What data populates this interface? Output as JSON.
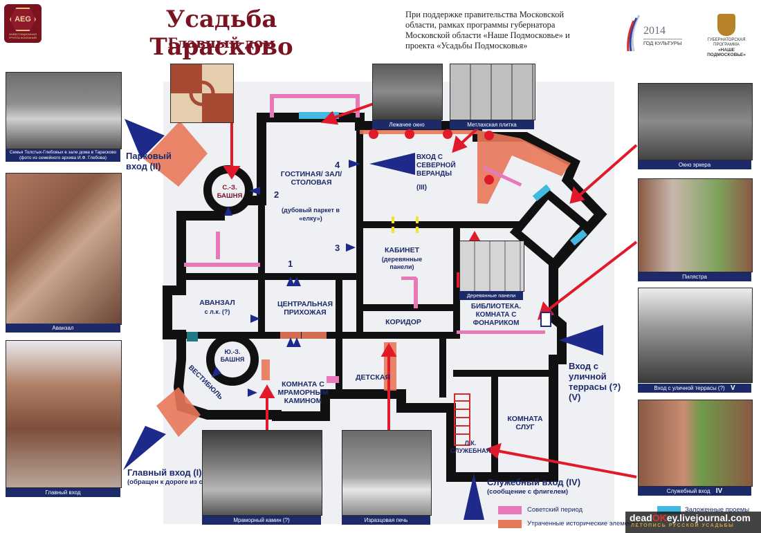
{
  "header": {
    "logo_text": "AEG",
    "logo_sub": "ИНВЕСТИЦИОННАЯ ГРУППА КОМПАНИЙ",
    "title": "Усадьба Тарасково",
    "subtitle": "Главный дом",
    "support": "При поддержке правительства Московской области, рамках программы губернатора Московской области «Наше Подмосковье» и проекта «Усадьбы Подмосковья»",
    "year_logo_year": "2014",
    "year_logo_caption": "ГОД КУЛЬТУРЫ",
    "gov_program_line1": "ГУБЕРНАТОРСКАЯ ПРОГРАММА",
    "gov_program_line2": "«НАШЕ ПОДМОСКОВЬЕ»"
  },
  "photos": {
    "family": "Семья Толстых-Глебовых в зале дома в Тарасково",
    "family_sub": "(фото из семейного архива И.Ф. Глебова)",
    "avanzal": "Аванзал",
    "main_entrance": "Главный вход",
    "marble": "Мраморный камин (?)",
    "stove": "Изразцовая печь",
    "window": "Лежачее окно",
    "tile": "Метлахская плитка",
    "panels": "Деревянные панели",
    "bay": "Окно эркера",
    "pilaster": "Пилястра",
    "street_terrace": "Вход с уличной террасы (?)",
    "street_terrace_num": "V",
    "service": "Служебный вход",
    "service_num": "IV"
  },
  "rooms": {
    "nw_tower": "С.-З. БАШНЯ",
    "guest": "ГОСТИНАЯ/ ЗАЛ/ СТОЛОВАЯ",
    "guest_note": "(дубовый паркет в «елку»)",
    "north_entry": "ВХОД С СЕВЕРНОЙ ВЕРАНДЫ",
    "north_entry_num": "(III)",
    "cabinet": "КАБИНЕТ",
    "cabinet_note": "(деревянные панели)",
    "avanzal": "АВАНЗАЛ",
    "avanzal_note": "с л.к. (?)",
    "hall": "ЦЕНТРАЛЬНАЯ ПРИХОЖАЯ",
    "corridor": "КОРИДОР",
    "library": "БИБЛИОТЕКА. КОМНАТА С ФОНАРИКОМ",
    "sw_tower": "Ю.-З. БАШНЯ",
    "vestibule": "ВЕСТИБЮЛЬ",
    "marble_room": "КОМНАТА С МРАМОРНЫМ КАМИНОМ",
    "nursery": "ДЕТСКАЯ",
    "servants": "КОМНАТА СЛУГ",
    "service_stair": "Л.К. СЛУЖЕБНАЯ"
  },
  "numbers": {
    "n1": "1",
    "n2": "2",
    "n3": "3",
    "n4": "4"
  },
  "entrances": {
    "park": "Парковый вход (II)",
    "main": "Главный вход (I)",
    "main_note": "(обращен к дороге из села)",
    "street": "Вход с уличной террасы (?) (V)",
    "service": "Служебный вход (IV)",
    "service_note": "(сообщение с флигелем)"
  },
  "legend": {
    "soviet": "Советский период",
    "lost": "Утраченные исторические элементы",
    "blocked": "Заложенные проемы",
    "soviet_color": "#e879b8",
    "lost_color": "#e8785a",
    "blocked_color": "#43b8e0"
  },
  "watermark": {
    "site_a": "dead",
    "site_ok": "OK",
    "site_b": "ey.livejournal.com",
    "tagline": "ЛЕТОПИСЬ РУССКОЙ УСАДЬБЫ"
  }
}
